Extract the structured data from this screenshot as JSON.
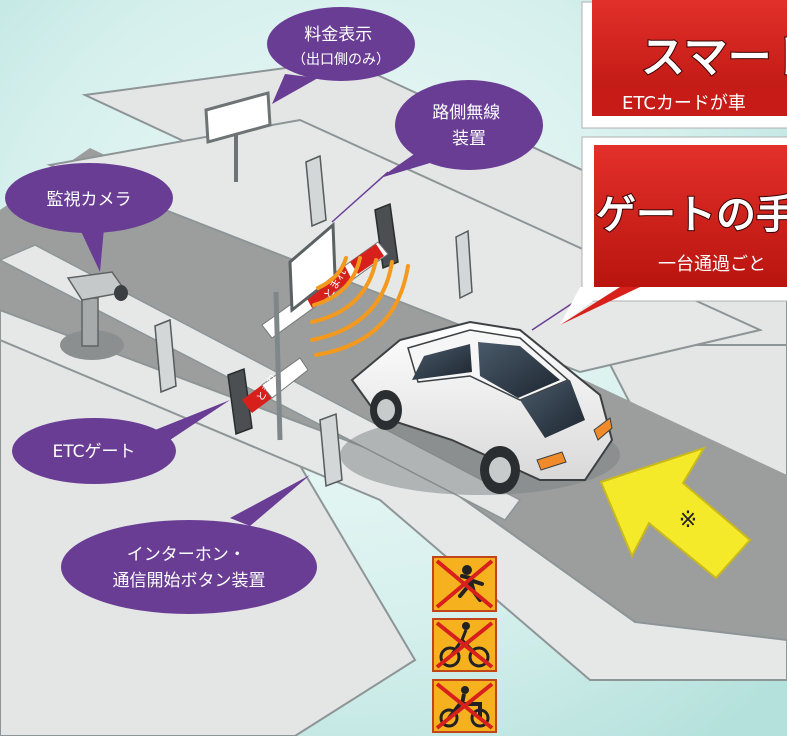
{
  "labels": {
    "fee_display": "料金表示",
    "fee_display_note": "（出口側のみ）",
    "roadside_radio_line1": "路側無線",
    "roadside_radio_line2": "装置",
    "camera": "監視カメラ",
    "etc_gate": "ETCゲート",
    "intercom_line1": "インターホン・",
    "intercom_line2": "通信開始ボタン装置",
    "note_mark": "※",
    "barrier_text": "とまれ"
  },
  "banners": [
    {
      "title": "スマート",
      "subtitle": "ETCカードが車"
    },
    {
      "title": "ゲートの手前",
      "subtitle": "一台通過ごと"
    }
  ],
  "prohibited_icons": [
    "pedestrian-prohibited-icon",
    "bicycle-prohibited-icon",
    "motorcycle-prohibited-icon"
  ],
  "colors": {
    "bubble_purple": "#6a3d95",
    "banner_red": "#d7201b",
    "arrow_yellow": "#f5ea2a",
    "radio_wave_orange": "#f39a1e",
    "road_gray": "#9e9e9e",
    "background_teal": "#bfe6e2"
  }
}
